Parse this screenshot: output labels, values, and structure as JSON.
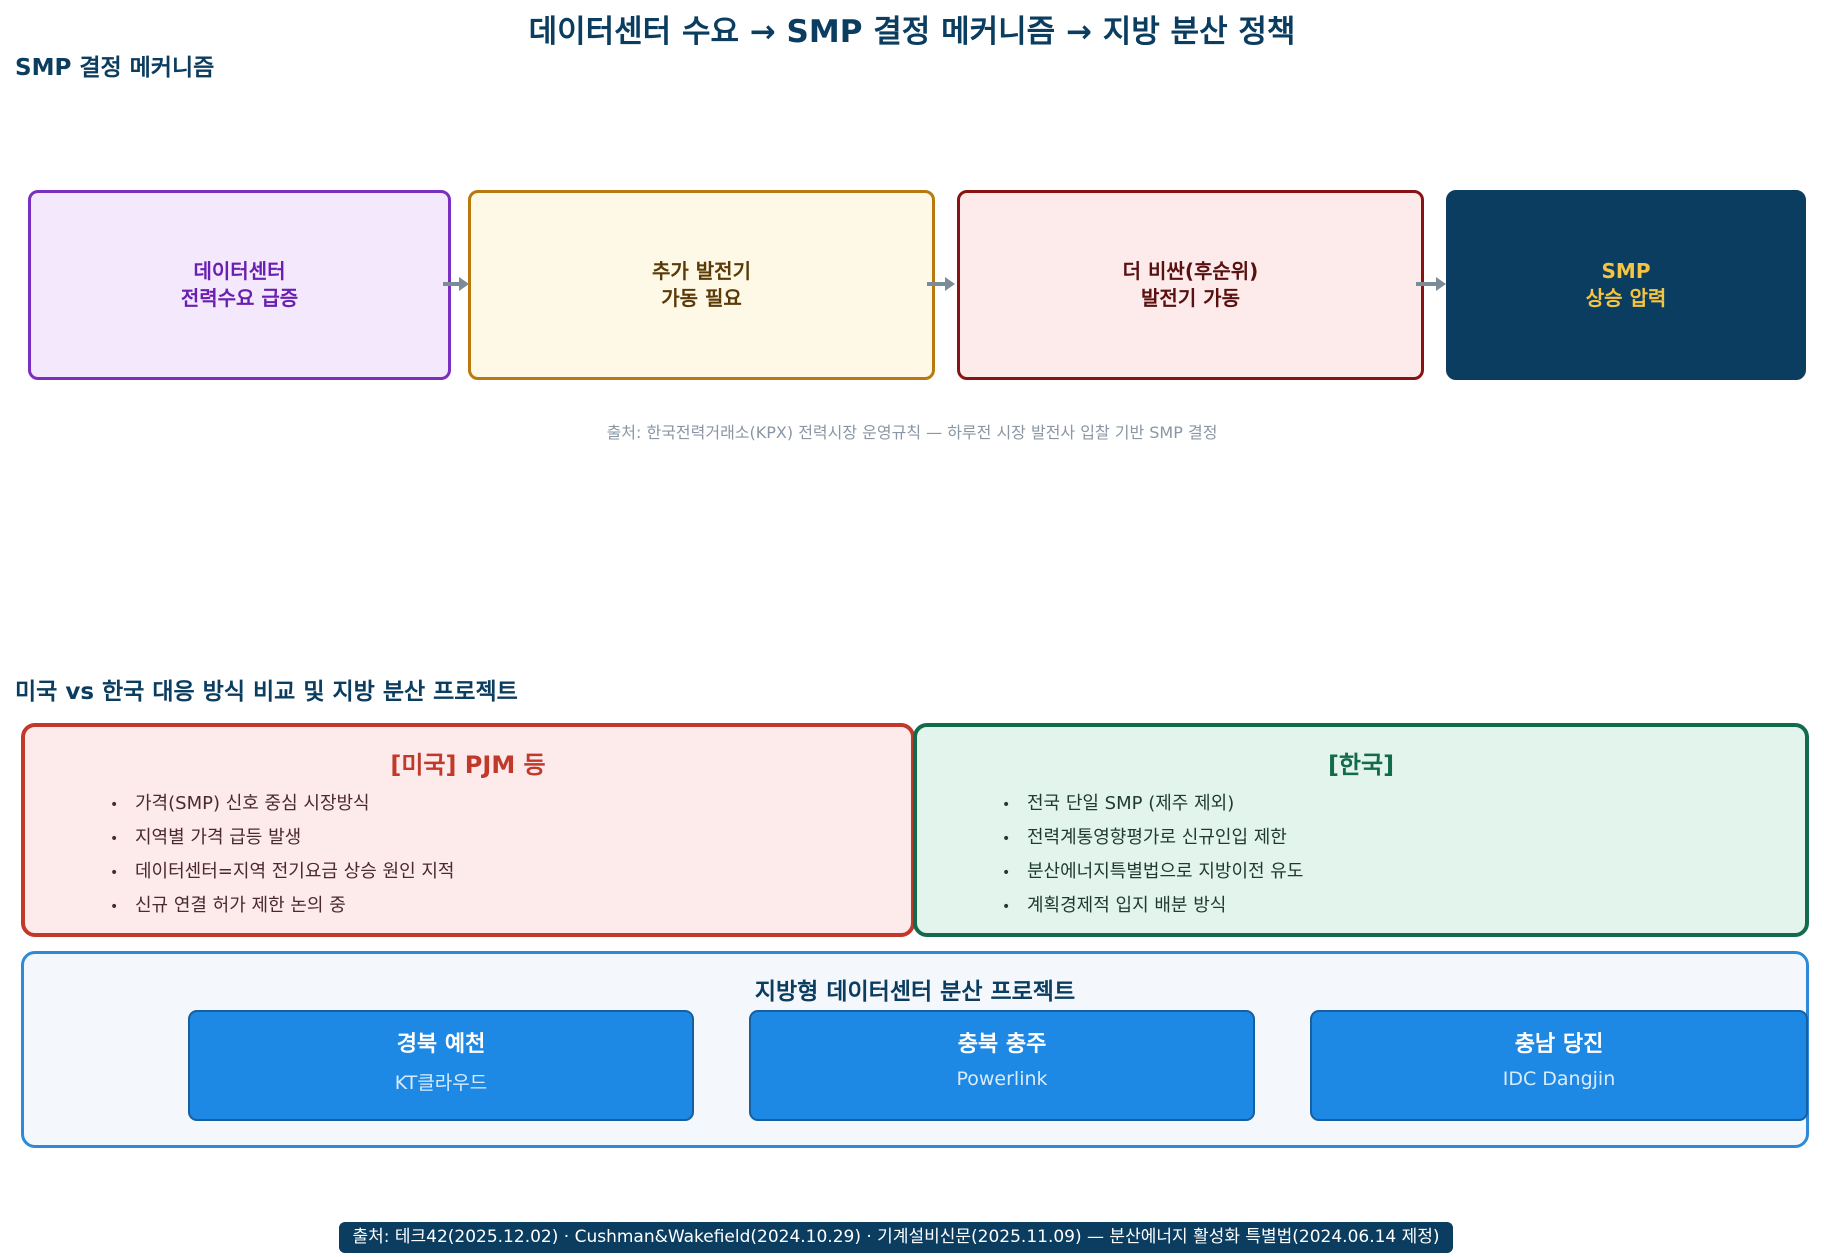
{
  "title": "데이터센터 수요 → SMP 결정 메커니즘 → 지방 분산 정책",
  "section1": {
    "title": "SMP 결정 메커니즘",
    "steps": [
      {
        "line1": "데이터센터",
        "line2": "전력수요 급증"
      },
      {
        "line1": "추가 발전기",
        "line2": "가동 필요"
      },
      {
        "line1": "더 비싼(후순위)",
        "line2": "발전기 가동"
      },
      {
        "line1": "SMP",
        "line2": "상승 압력"
      }
    ],
    "source": "출처: 한국전력거래소(KPX) 전력시장 운영규칙 — 하루전 시장 발전사 입찰 기반 SMP 결정"
  },
  "section2": {
    "title": "미국 vs 한국 대응 방식 비교 및 지방 분산 프로젝트",
    "us": {
      "title": "[미국] PJM 등",
      "items": [
        "가격(SMP) 신호 중심 시장방식",
        "지역별 가격 급등 발생",
        "데이터센터=지역 전기요금 상승 원인 지적",
        "신규 연결 허가 제한 논의 중"
      ]
    },
    "kr": {
      "title": "[한국]",
      "items": [
        "전국 단일 SMP (제주 제외)",
        "전력계통영향평가로 신규인입 제한",
        "분산에너지특별법으로 지방이전 유도",
        "계획경제적 입지 배분 방식"
      ]
    },
    "projects": {
      "title": "지방형 데이터센터 분산 프로젝트",
      "items": [
        {
          "location": "경북 예천",
          "company": "KT클라우드"
        },
        {
          "location": "충북 충주",
          "company": "Powerlink"
        },
        {
          "location": "충남 당진",
          "company": "IDC Dangjin"
        }
      ]
    }
  },
  "footer": "출처: 테크42(2025.12.02) · Cushman&Wakefield(2024.10.29) · 기계설비신문(2025.11.09) — 분산에너지 활성화 특별법(2024.06.14 제정)",
  "colors": {
    "navy": "#0b3d60",
    "purple": "#7b2fbe",
    "amber": "#b8790f",
    "maroon": "#8b1212",
    "us_red": "#c0392b",
    "kr_green": "#116b4c",
    "project_blue": "#1e88e5",
    "smp_gold": "#f5c542"
  }
}
